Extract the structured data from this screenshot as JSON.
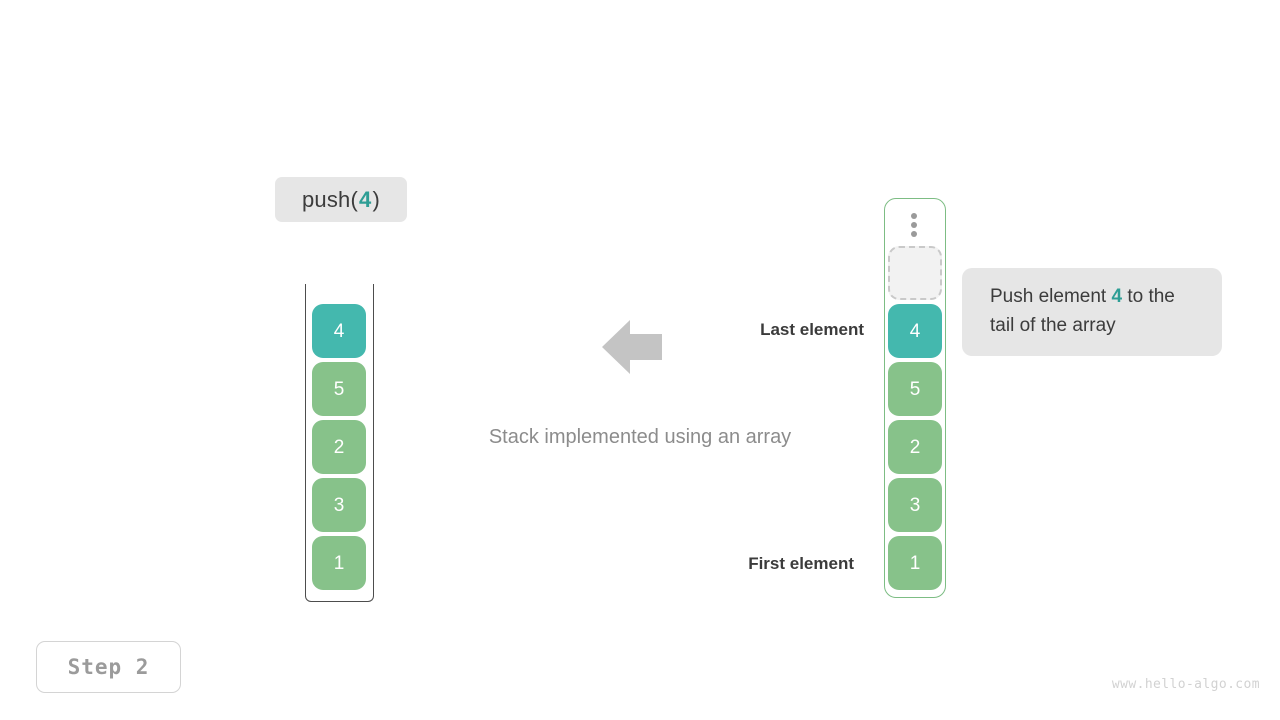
{
  "operation": {
    "label_prefix": "push(",
    "label_value": "4",
    "label_suffix": ")"
  },
  "stack": {
    "caption": "Stack implemented using an array",
    "last_element_label": "Last element",
    "first_element_label": "First element",
    "cells": [
      {
        "value": "4",
        "state": "new"
      },
      {
        "value": "5",
        "state": "normal"
      },
      {
        "value": "2",
        "state": "normal"
      },
      {
        "value": "3",
        "state": "normal"
      },
      {
        "value": "1",
        "state": "normal"
      }
    ]
  },
  "array": {
    "ellipsis_icon": "vertical-ellipsis-icon",
    "cells": [
      {
        "value": "",
        "state": "empty"
      },
      {
        "value": "4",
        "state": "new"
      },
      {
        "value": "5",
        "state": "normal"
      },
      {
        "value": "2",
        "state": "normal"
      },
      {
        "value": "3",
        "state": "normal"
      },
      {
        "value": "1",
        "state": "normal"
      }
    ]
  },
  "tooltip": {
    "text_before": "Push element ",
    "highlight": "4",
    "text_after": " to the tail of the array"
  },
  "arrow": {
    "icon": "arrow-left-icon",
    "color": "#c4c4c4"
  },
  "footer": {
    "step_label": "Step 2",
    "watermark": "www.hello-algo.com"
  },
  "colors": {
    "accent_teal": "#44b8ae",
    "accent_teal_text": "#2e9e95",
    "cell_green": "#87c28a",
    "container_green": "#7dbd84",
    "label_bg": "#e6e6e6",
    "caption_gray": "#8c8c8c"
  }
}
